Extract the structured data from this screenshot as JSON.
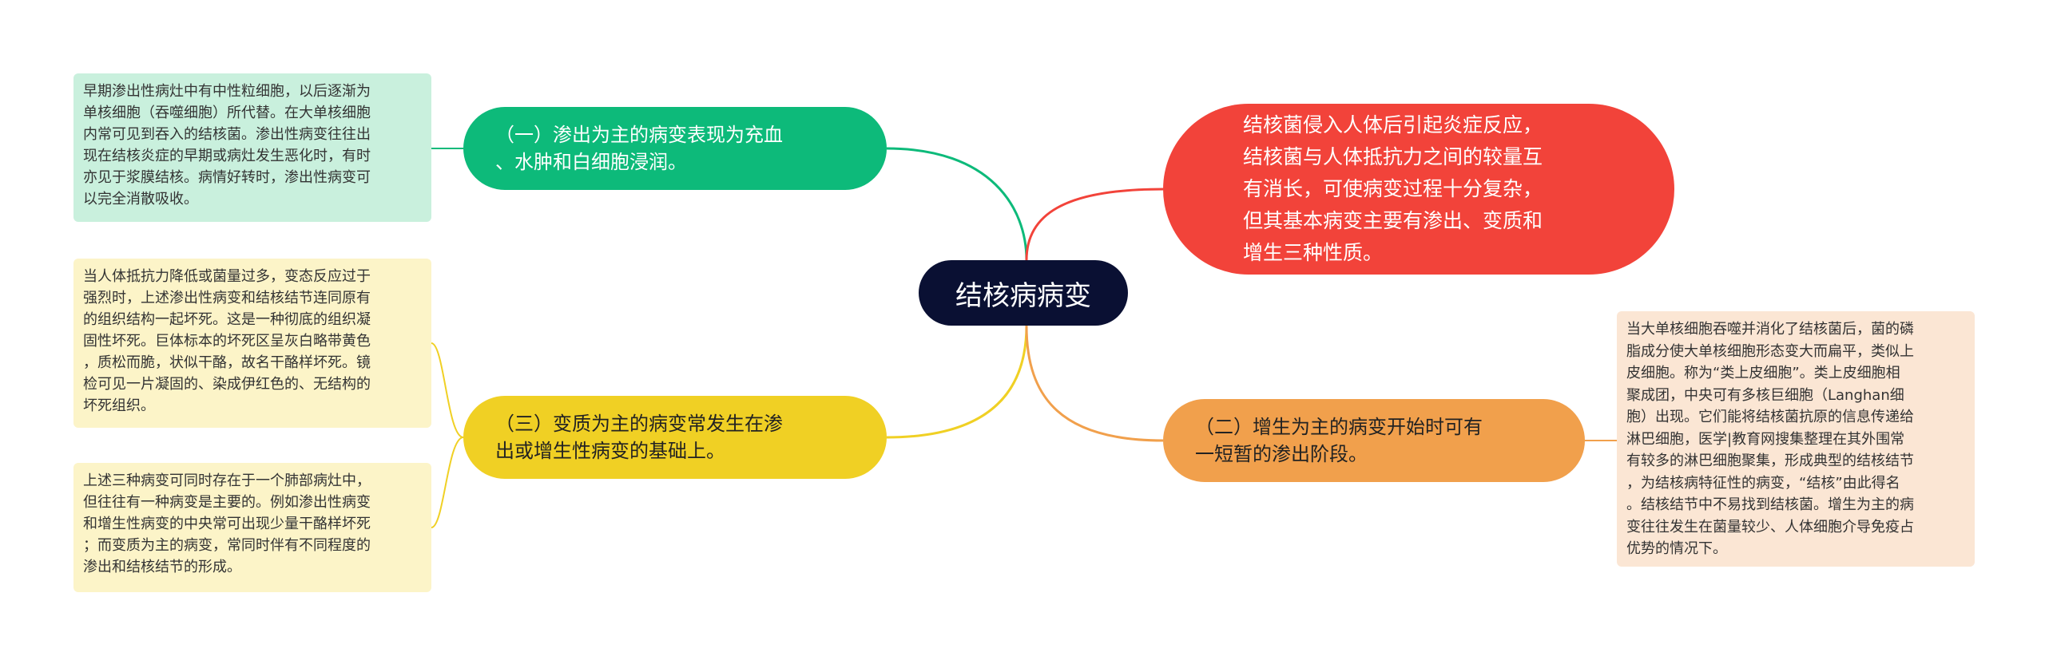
{
  "map": {
    "center": {
      "label": "结核病病变"
    },
    "branch_1": {
      "label": "（一）渗出为主的病变表现为充血\n、水肿和白细胞浸润。",
      "color": "#0dba7a"
    },
    "branch_2": {
      "label": "结核菌侵入人体后引起炎症反应，\n结核菌与人体抵抗力之间的较量互\n有消长，可使病变过程十分复杂，\n但其基本病变主要有渗出、变质和\n增生三种性质。",
      "color": "#f2433a"
    },
    "branch_3": {
      "label": "（三）变质为主的病变常发生在渗\n出或增生性病变的基础上。",
      "color": "#f0d024"
    },
    "branch_4": {
      "label": "（二）增生为主的病变开始时可有\n一短暂的渗出阶段。",
      "color": "#f1a04c"
    },
    "leaf_1": {
      "text": "早期渗出性病灶中有中性粒细胞，以后逐渐为\n单核细胞（吞噬细胞）所代替。在大单核细胞\n内常可见到吞入的结核菌。渗出性病变往往出\n现在结核炎症的早期或病灶发生恶化时，有时\n亦见于浆膜结核。病情好转时，渗出性病变可\n以完全消散吸收。"
    },
    "leaf_3a": {
      "text": "当人体抵抗力降低或菌量过多，变态反应过于\n强烈时，上述渗出性病变和结核结节连同原有\n的组织结构一起坏死。这是一种彻底的组织凝\n固性坏死。巨体标本的坏死区呈灰白略带黄色\n，质松而脆，状似干酪，故名干酪样坏死。镜\n检可见一片凝固的、染成伊红色的、无结构的\n坏死组织。"
    },
    "leaf_3b": {
      "text": "上述三种病变可同时存在于一个肺部病灶中，\n但往往有一种病变是主要的。例如渗出性病变\n和增生性病变的中央常可出现少量干酪样坏死\n；而变质为主的病变，常同时伴有不同程度的\n渗出和结核结节的形成。"
    },
    "leaf_4": {
      "text": "当大单核细胞吞噬并消化了结核菌后，菌的磷\n脂成分使大单核细胞形态变大而扁平，类似上\n皮细胞。称为“类上皮细胞”。类上皮细胞相\n聚成团，中央可有多核巨细胞（Langhan细\n胞）出现。它们能将结核菌抗原的信息传递给\n淋巴细胞，医学|教育网搜集整理在其外围常\n有较多的淋巴细胞聚集，形成典型的结核结节\n，为结核病特征性的病变，“结核”由此得名\n。结核结节中不易找到结核菌。增生为主的病\n变往往发生在菌量较少、人体细胞介导免疫占\n优势的情况下。"
    }
  }
}
